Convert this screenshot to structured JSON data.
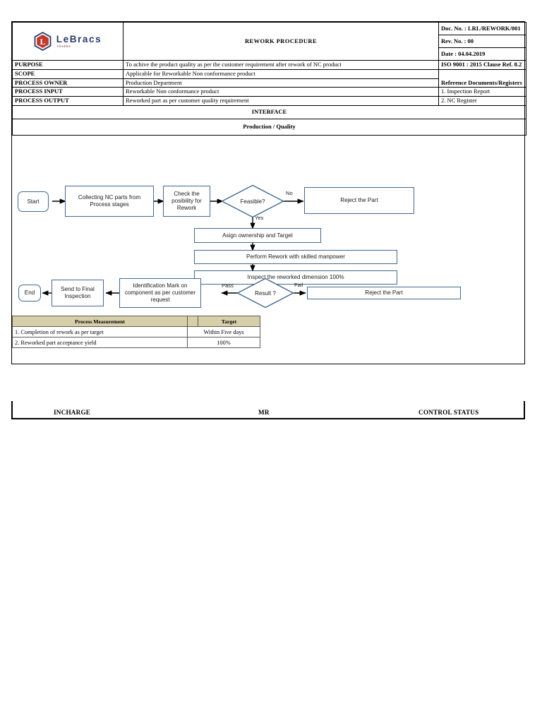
{
  "document": {
    "title": "REWORK PROCEDURE",
    "logo": {
      "name": "LeBracs",
      "subtitle": "Flexibles",
      "mark": "hexagon-logo-icon"
    },
    "control_block": {
      "doc_no": "Doc. No. : LRL/REWORK/001",
      "rev_no": "Rev. No. : 00",
      "date": "Date : 04.04.2019",
      "iso_clause": "ISO 9001 : 2015 Clause Ref. 8.2",
      "reference_heading": "Reference Documents/Registers",
      "references": [
        "1. Inspection Report",
        "2. NC Register"
      ]
    },
    "fields": [
      {
        "label": "PURPOSE",
        "value": "To achive the product quality as per the  customer requirement after rework of NC product"
      },
      {
        "label": "SCOPE",
        "value": "Applicable for Reworkable Non conformance product"
      },
      {
        "label": "PROCESS OWNER",
        "value": "Production Department"
      },
      {
        "label": "PROCESS INPUT",
        "value": "Reworkable Non conformance product"
      },
      {
        "label": "PROCESS OUTPUT",
        "value": "Reworked part as per customer quality requirement"
      }
    ],
    "interface_heading": "INTERFACE",
    "swimlane_heading": "Production / Quality"
  },
  "flowchart": {
    "nodes": {
      "start": "Start",
      "collect": "Collecting NC parts from Process stages",
      "check": "Check the posibility for Rework",
      "feasible": "Feasible?",
      "reject_top": "Reject the Part",
      "assign": "Asign ownership and Target",
      "perform": "Perform Rework  with skilled manpower",
      "inspect": "Inspect  the reworked dimension 100%",
      "result": "Result ?",
      "reject_bottom": "Reject the Part",
      "identification": "Identification Mark on component as per customer request",
      "send_final": "Send to Final Inspection",
      "end": "End"
    },
    "edge_labels": {
      "no": "No",
      "yes": "Yes",
      "pass": "Pass",
      "fail": "Fail"
    },
    "colors": {
      "box_border": "#41688f",
      "arrow": "#000000"
    }
  },
  "process_measurement": {
    "headers": [
      "Process Measurement",
      "",
      "Target"
    ],
    "rows": [
      {
        "measure": "1. Completion of rework as per target",
        "gap": "",
        "target": "Within Five days"
      },
      {
        "measure": "2. Reworked part acceptance yield",
        "gap": "",
        "target": "100%"
      }
    ]
  },
  "footer": {
    "incharge": "INCHARGE",
    "mr": "MR",
    "control_status": "CONTROL STATUS"
  }
}
